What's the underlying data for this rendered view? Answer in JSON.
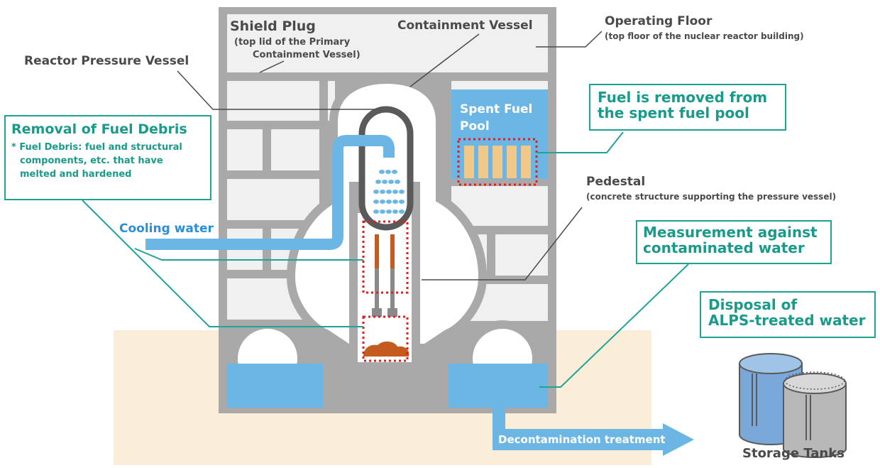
{
  "labels": {
    "shield_plug": "Shield Plug",
    "shield_plug_note_1": "(top lid of the Primary",
    "shield_plug_note_2": "Containment Vessel)",
    "containment_vessel": "Containment Vessel",
    "operating_floor": "Operating Floor",
    "operating_floor_note": "(top floor of the nuclear reactor building)",
    "reactor_pressure_vessel": "Reactor Pressure Vessel",
    "spent_fuel_pool_1": "Spent Fuel",
    "spent_fuel_pool_2": "Pool",
    "pedestal": "Pedestal",
    "pedestal_note": "(concrete structure supporting the pressure vessel)",
    "cooling_water": "Cooling water",
    "decontamination": "Decontamination treatment",
    "storage_tanks": "Storage Tanks"
  },
  "callouts": {
    "fuel_debris_title": "Removal of Fuel Debris",
    "fuel_debris_note_1": "* Fuel Debris: fuel and structural",
    "fuel_debris_note_2": "components, etc. that have",
    "fuel_debris_note_3": "melted and hardened",
    "spent_fuel_1": "Fuel is removed from",
    "spent_fuel_2": "the spent fuel pool",
    "contaminated_1": "Measurement against",
    "contaminated_2": "contaminated water",
    "alps_1": "Disposal of",
    "alps_2": "ALPS-treated water"
  },
  "colors": {
    "wall_gray": "#a9a9a9",
    "panel_light": "#f0f0f0",
    "water_blue": "#6cb6e6",
    "ground_beige": "#fbeed9",
    "teal": "#1fa396",
    "dotted_red": "#e01e1e",
    "debris_brown": "#c45a1e",
    "fuel_tan": "#f0c88a"
  }
}
